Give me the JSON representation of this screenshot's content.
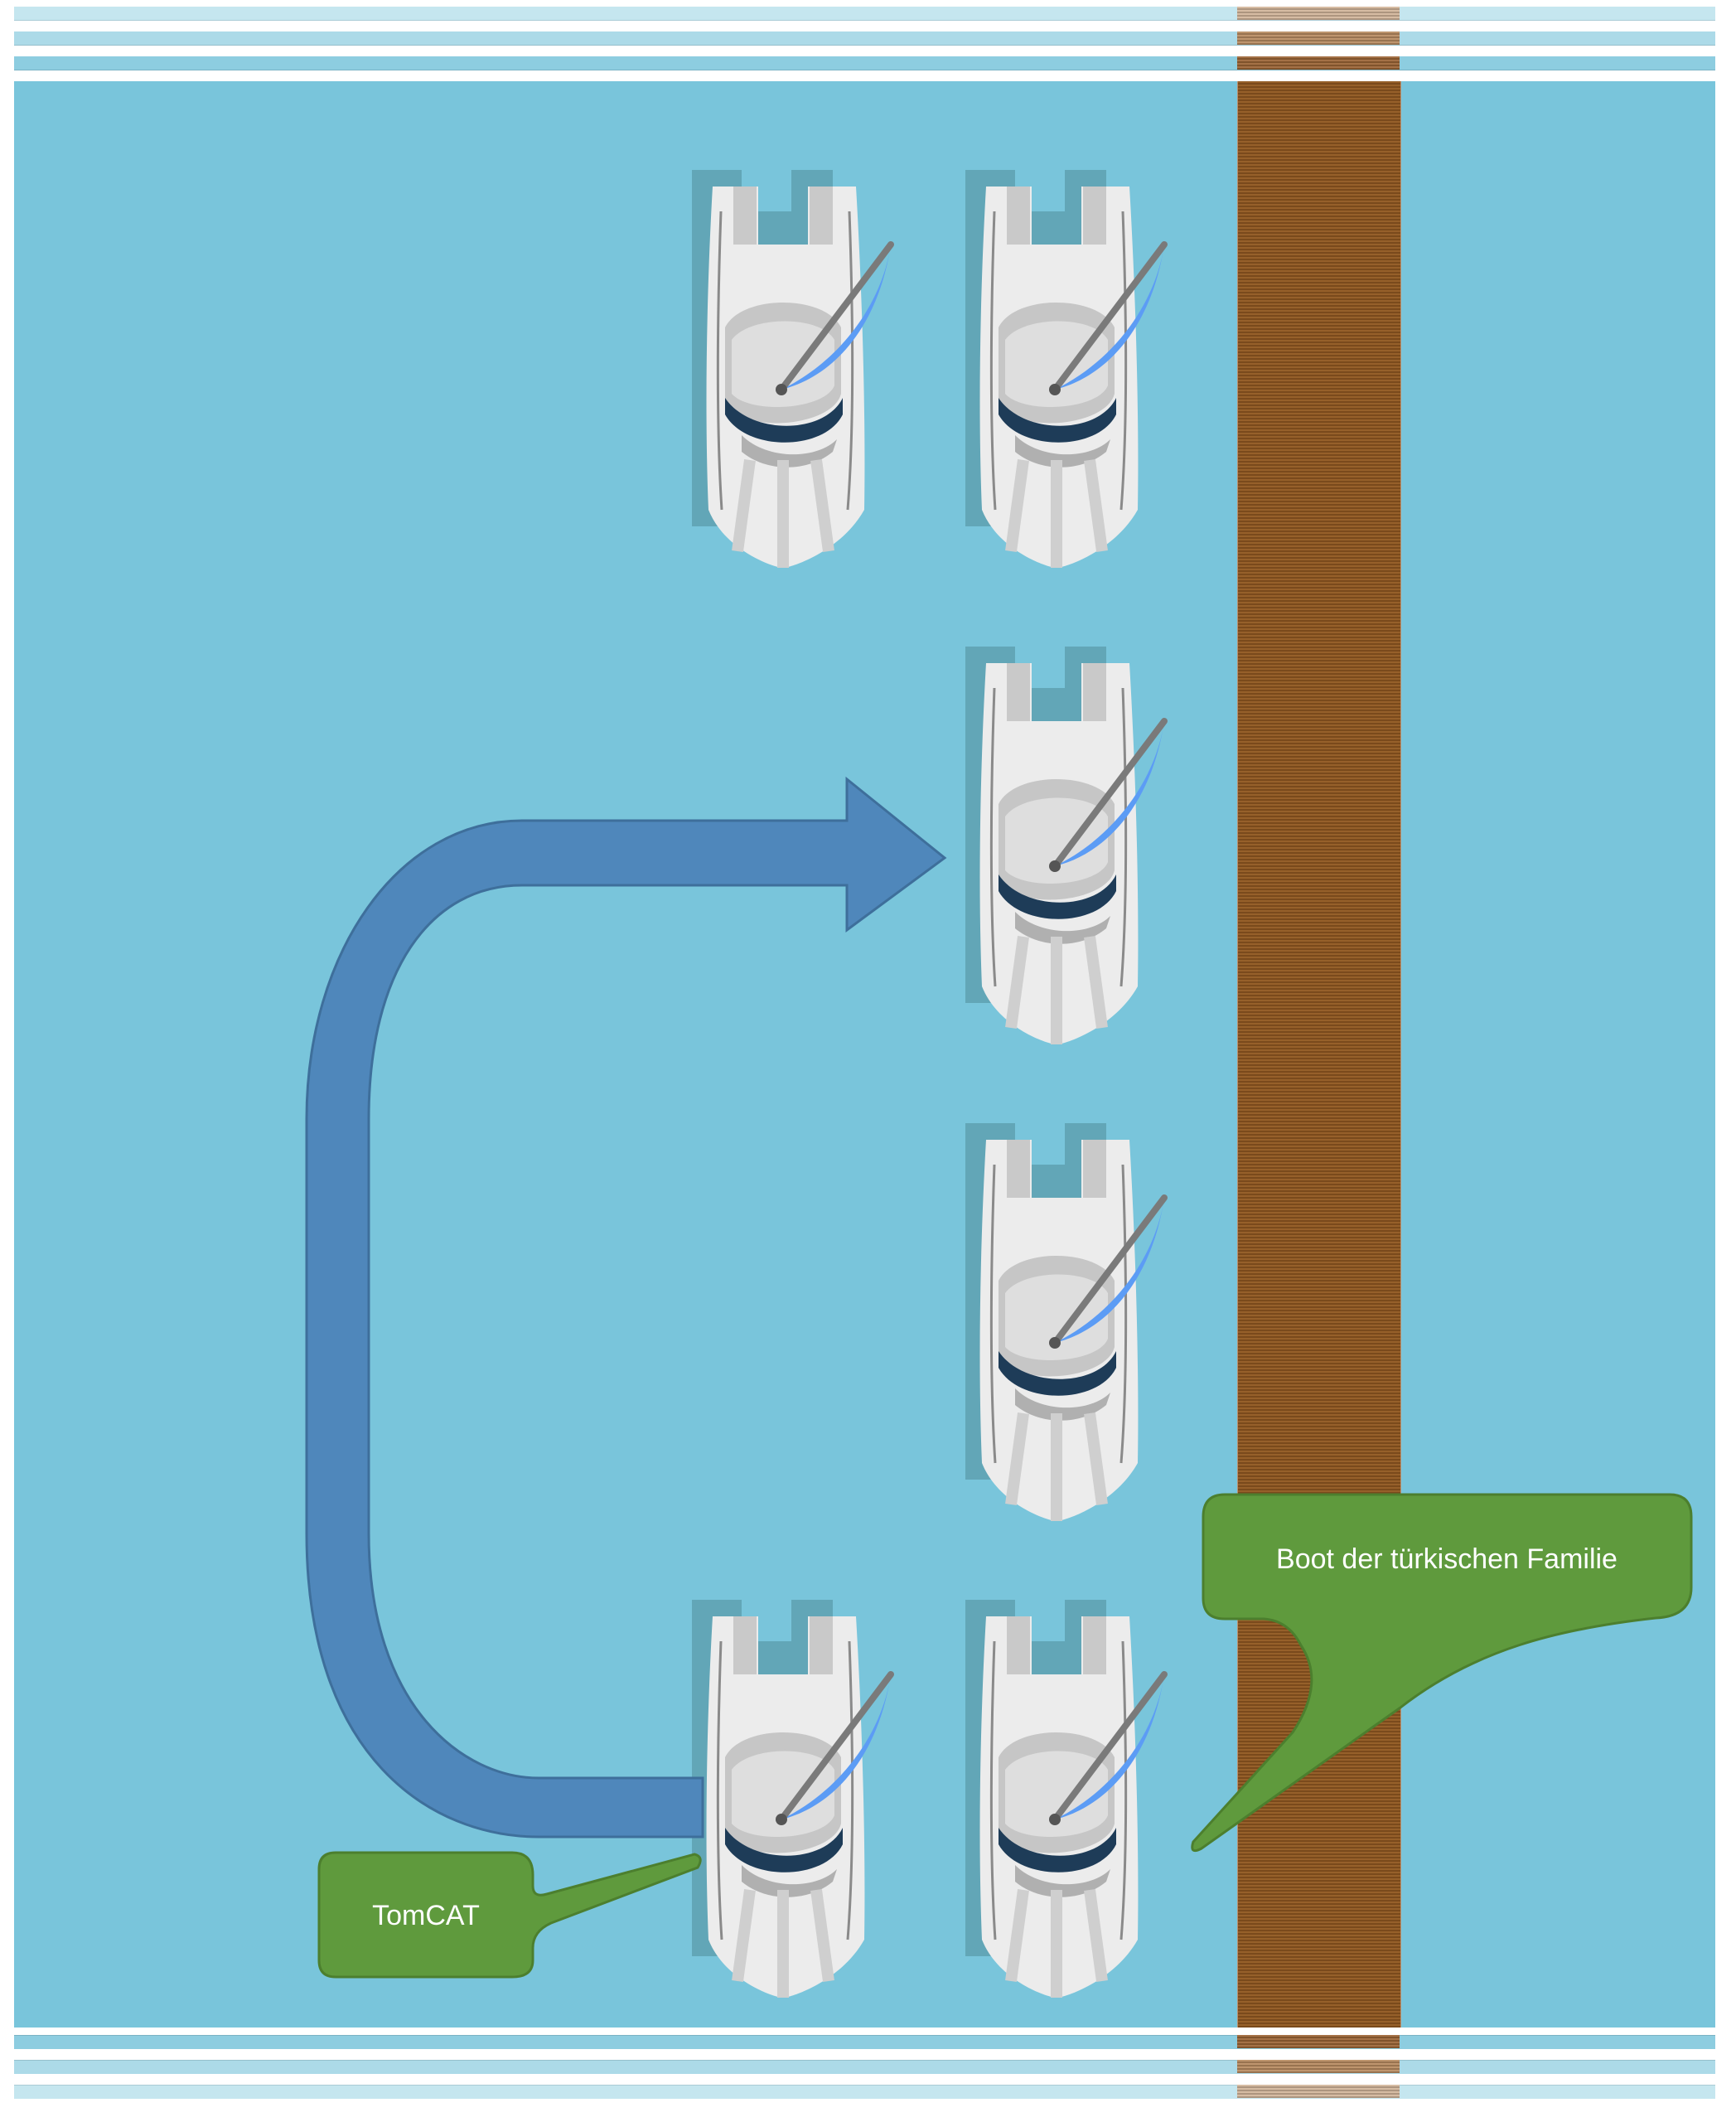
{
  "diagram": {
    "description": "Top-down harbor berth diagram: catamarans moored along a wooden pier",
    "colors": {
      "water": "#79c5db",
      "pier": "#8b5523",
      "arrow": "#4f87bb",
      "arrow_outline": "#3e6f9b",
      "callout": "#5f9a3d",
      "callout_outline": "#4c7f2e",
      "sail": "#5c9cf5",
      "hull": "#ececec",
      "hull_shadow": "#5ea0b0",
      "band": "#1e3c58"
    },
    "boats": [
      {
        "id": "boat-top-left",
        "row": "top",
        "position": "outer"
      },
      {
        "id": "boat-top-right",
        "row": "top",
        "position": "at-pier"
      },
      {
        "id": "boat-target",
        "row": "upper-middle",
        "position": "at-pier"
      },
      {
        "id": "boat-middle",
        "row": "lower-middle",
        "position": "at-pier"
      },
      {
        "id": "boat-tomcat",
        "row": "bottom",
        "position": "outer"
      },
      {
        "id": "boat-turkish-family",
        "row": "bottom",
        "position": "at-pier"
      }
    ],
    "arrow": {
      "from": "boat-tomcat",
      "to": "boat-target",
      "meaning": "move TomCAT to free berth"
    },
    "callouts": [
      {
        "id": "tomcat",
        "text": "TomCAT",
        "points_to": "boat-tomcat"
      },
      {
        "id": "turkish",
        "text": "Boot der türkischen Familie",
        "points_to": "boat-turkish-family"
      }
    ]
  }
}
